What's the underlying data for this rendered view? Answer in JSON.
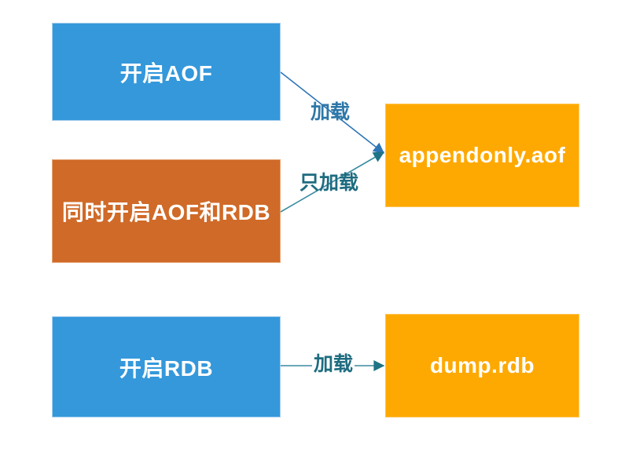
{
  "diagram": {
    "nodes": [
      {
        "id": "aof",
        "label": "开启AOF"
      },
      {
        "id": "both",
        "label": "同时开启AOF和RDB"
      },
      {
        "id": "rdb",
        "label": "开启RDB"
      },
      {
        "id": "aof_file",
        "label": "appendonly.aof"
      },
      {
        "id": "rdb_file",
        "label": "dump.rdb"
      }
    ],
    "edges": [
      {
        "from": "开启AOF",
        "to": "appendonly.aof",
        "label": "加载"
      },
      {
        "from": "同时开启AOF和RDB",
        "to": "appendonly.aof",
        "label": "只加载"
      },
      {
        "from": "开启RDB",
        "to": "dump.rdb",
        "label": "加载"
      }
    ]
  },
  "colors": {
    "page_bg": "#FFFFFF",
    "box_blue": "#3498DB",
    "box_blue_border": "#A6CEEE",
    "box_orange": "#D06A28",
    "box_orange_border": "#E5A473",
    "box_amber": "#FEA902",
    "box_amber_border": "#FFC554",
    "arrow_blue": "#2E75B6",
    "arrow_teal": "#3A8CA0",
    "arrow_teal_light": "#6BA7B7",
    "arrowhead_teal": "#1F7386",
    "label_blue": "#2E77A8",
    "label_teal": "#1E6C80",
    "node_text": "#FFFFFF"
  }
}
